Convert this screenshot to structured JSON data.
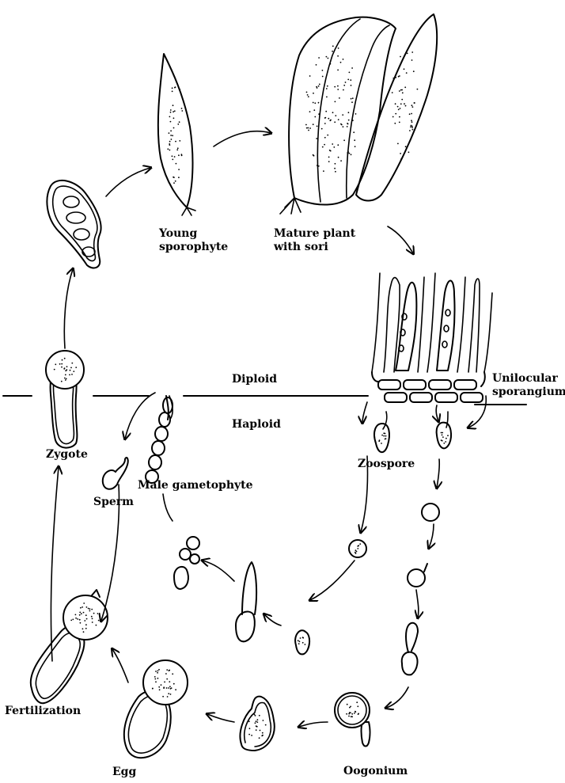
{
  "labels": {
    "young_sporophyte": [
      "Young",
      "sporophyte"
    ],
    "mature_plant": [
      "Mature plant",
      "with sori"
    ],
    "unilocular_sporangium": [
      "Unilocular",
      "sporangium"
    ],
    "diploid": "Diploid",
    "haploid": "Haploid",
    "zoospore": "Zoospore",
    "zygote": "Zygote",
    "sperm": "Sperm",
    "male_gametophyte": "Male gametophyte",
    "fertilization": "Fertilization",
    "egg": "Egg",
    "oogonium": "Oogonium"
  }
}
